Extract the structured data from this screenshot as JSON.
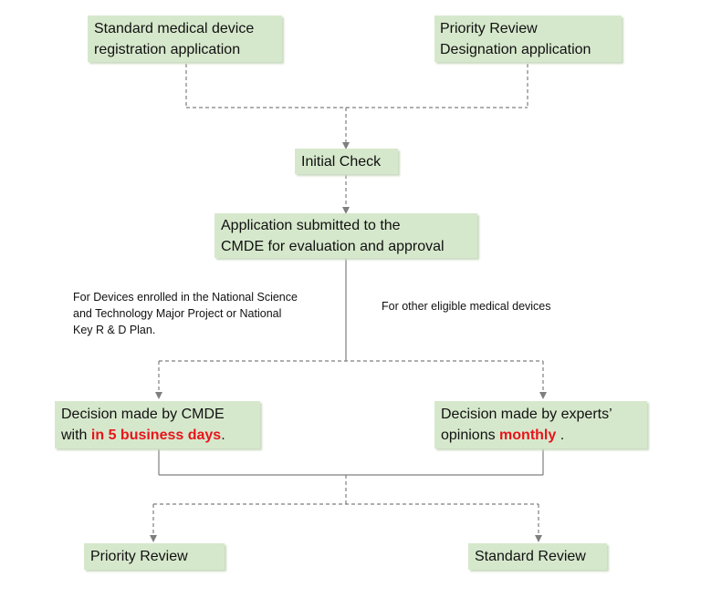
{
  "colors": {
    "box_fill": "#d6e8cc",
    "box_shadow": "#c9d9c0",
    "connector": "#7f7f7f",
    "highlight": "#e8141b"
  },
  "nodes": {
    "standard_application": {
      "line1": "Standard medical device",
      "line2": "registration application"
    },
    "priority_application": {
      "line1": "Priority Review",
      "line2": "Designation application"
    },
    "initial_check": {
      "label": "Initial Check"
    },
    "submitted": {
      "line1": "Application submitted to the",
      "line2": "CMDE for evaluation and approval"
    },
    "decision_cmde": {
      "line1": "Decision made by CMDE",
      "line2_prefix": "with ",
      "line2_highlight": "in 5 business days",
      "line2_suffix": "."
    },
    "decision_experts": {
      "line1": "Decision made by experts’",
      "line2_prefix": "opinions ",
      "line2_highlight": "monthly",
      "line2_suffix": " ."
    },
    "priority_review": {
      "label": "Priority Review"
    },
    "standard_review": {
      "label": "Standard Review"
    }
  },
  "notes": {
    "left": {
      "line1": "For Devices enrolled in the National Science",
      "line2": "and Technology Major Project or National",
      "line3": "Key R & D Plan."
    },
    "right": {
      "line1": "For other eligible medical devices"
    }
  }
}
